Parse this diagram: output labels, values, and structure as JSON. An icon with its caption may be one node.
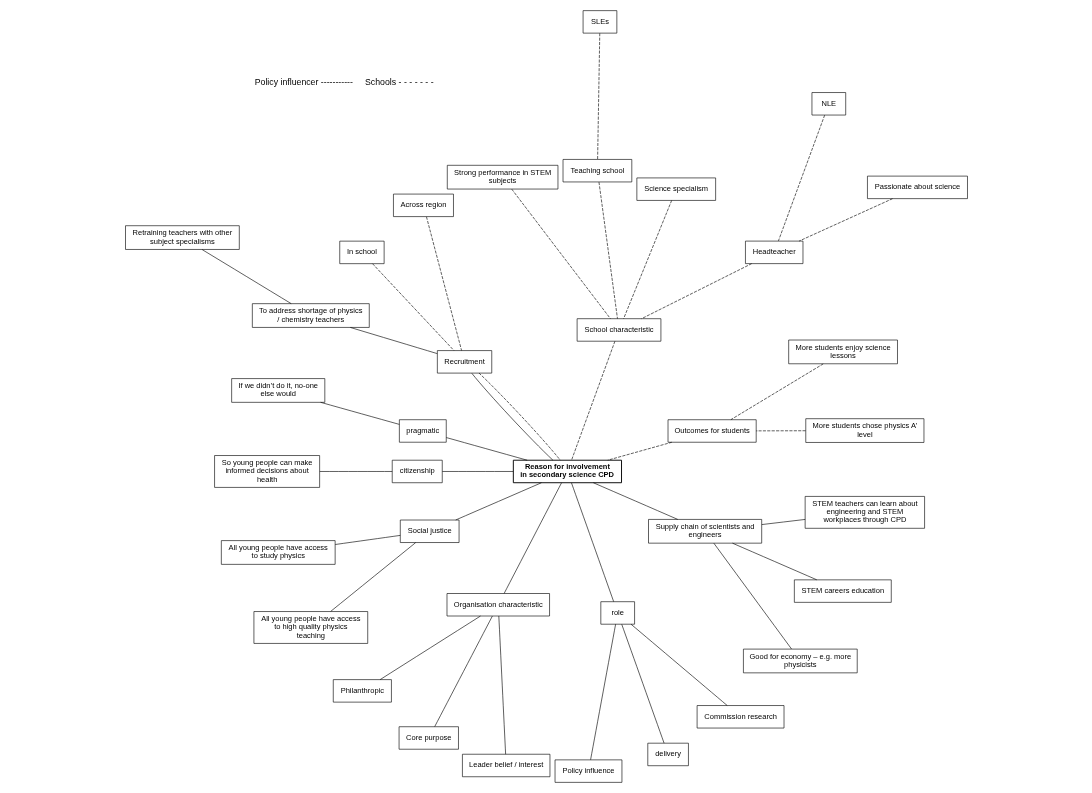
{
  "diagram": {
    "nodes": [
      {
        "text": [
          "Reason for involvement in secondary science CPD"
        ]
      },
      {
        "text": [
          "Outcomes for students"
        ]
      },
      {
        "text": [
          "More students chose physics A’ level"
        ]
      },
      {
        "text": [
          "More students enjoy science lessons"
        ]
      },
      {
        "text": [
          "Headteacher"
        ]
      },
      {
        "text": [
          "Passionate about science"
        ]
      },
      {
        "text": [
          "NLE"
        ]
      },
      {
        "text": [
          "School characteristic"
        ]
      },
      {
        "text": [
          "Science specialism"
        ]
      },
      {
        "text": [
          "SLEs"
        ]
      },
      {
        "text": [
          "Teaching school"
        ]
      },
      {
        "text": [
          "Strong performance in STEM subjects"
        ]
      },
      {
        "text": [
          "Recruitment"
        ]
      },
      {
        "text": [
          "Across region"
        ]
      },
      {
        "text": [
          "In school"
        ]
      },
      {
        "text": [
          "To address shortage of physics / chemistry teachers"
        ]
      },
      {
        "text": [
          "Retraining teachers with other subject specialisms"
        ]
      },
      {
        "text": [
          "pragmatic"
        ]
      },
      {
        "text": [
          "If we didn’t do it, no-one else would"
        ]
      },
      {
        "text": [
          "citizenship"
        ]
      },
      {
        "text": [
          "So young people can make informed decisions about health"
        ]
      },
      {
        "text": [
          "Social justice"
        ]
      },
      {
        "text": [
          "All young people have access to study physics"
        ]
      },
      {
        "text": [
          "All young people have access to high quality physics teaching"
        ]
      },
      {
        "text": [
          "Organisation characteristic"
        ]
      },
      {
        "text": [
          "Philanthropic"
        ]
      },
      {
        "text": [
          "Core purpose"
        ]
      },
      {
        "text": [
          "Leader belief / interest"
        ]
      },
      {
        "text": [
          "role"
        ]
      },
      {
        "text": [
          "Policy influence"
        ]
      },
      {
        "text": [
          "delivery"
        ]
      },
      {
        "text": [
          "Commission research"
        ]
      },
      {
        "text": [
          "Supply chain of scientists and engineers"
        ]
      },
      {
        "text": [
          "Good for economy – e.g. more physicists"
        ]
      },
      {
        "text": [
          "STEM careers education"
        ]
      },
      {
        "text": [
          "STEM teachers can learn about engineering and STEM workplaces through CPD"
        ]
      }
    ],
    "edges": [
      {
        "from": 1,
        "to": 0,
        "arrow": "none",
        "style": "dashed"
      },
      {
        "from": 2,
        "to": 1,
        "arrow": "none",
        "style": "dashed"
      },
      {
        "from": 3,
        "to": 1,
        "arrow": "none",
        "style": "dashed"
      },
      {
        "from": 5,
        "to": 4,
        "arrow": "none",
        "style": "dashed"
      },
      {
        "from": 6,
        "to": 4,
        "arrow": "none",
        "style": "dashed"
      },
      {
        "from": 4,
        "to": 7,
        "arrow": "none",
        "style": "dashed"
      },
      {
        "from": 8,
        "to": 7,
        "arrow": "none",
        "style": "dashed"
      },
      {
        "from": 7,
        "to": 0,
        "arrow": "none",
        "style": "dashed"
      },
      {
        "from": 9,
        "to": 10,
        "arrow": "none",
        "style": "dashed"
      },
      {
        "from": 10,
        "to": 7,
        "arrow": "none",
        "style": "dashed"
      },
      {
        "from": 11,
        "to": 7,
        "arrow": "none",
        "style": "dashed"
      },
      {
        "from": 12,
        "to": 0,
        "arrow": "none",
        "style": "dashed"
      },
      {
        "from": 12,
        "to": 0,
        "arrow": "none"
      },
      {
        "from": 13,
        "to": 12,
        "arrow": "none",
        "style": "dashed"
      },
      {
        "from": 14,
        "to": 12,
        "arrow": "none",
        "style": "dashed"
      },
      {
        "from": 15,
        "to": 12,
        "arrow": "none"
      },
      {
        "from": 16,
        "to": 15,
        "arrow": "none"
      },
      {
        "from": 17,
        "to": 0,
        "arrow": "none"
      },
      {
        "from": 18,
        "to": 17,
        "arrow": "none"
      },
      {
        "from": 19,
        "to": 0,
        "arrow": "none"
      },
      {
        "from": 20,
        "to": 19,
        "arrow": "none"
      },
      {
        "from": 21,
        "to": 0,
        "arrow": "none"
      },
      {
        "from": 22,
        "to": 21,
        "arrow": "none"
      },
      {
        "from": 23,
        "to": 21,
        "arrow": "none"
      },
      {
        "from": 24,
        "to": 0,
        "arrow": "none"
      },
      {
        "from": 25,
        "to": 24,
        "arrow": "none"
      },
      {
        "from": 26,
        "to": 24,
        "arrow": "none"
      },
      {
        "from": 27,
        "to": 24,
        "arrow": "none"
      },
      {
        "from": 28,
        "to": 0,
        "arrow": "none"
      },
      {
        "from": 29,
        "to": 28,
        "arrow": "none"
      },
      {
        "from": 30,
        "to": 28,
        "arrow": "none"
      },
      {
        "from": 31,
        "to": 28,
        "arrow": "none"
      },
      {
        "from": 32,
        "to": 0,
        "arrow": "none"
      },
      {
        "from": 33,
        "to": 32,
        "arrow": "none"
      },
      {
        "from": 34,
        "to": 32,
        "arrow": "none"
      },
      {
        "from": 35,
        "to": 32,
        "arrow": "none"
      }
    ],
    "labels": [
      "Policy influencer -----------",
      "Schools - - - - - - -"
    ]
  }
}
